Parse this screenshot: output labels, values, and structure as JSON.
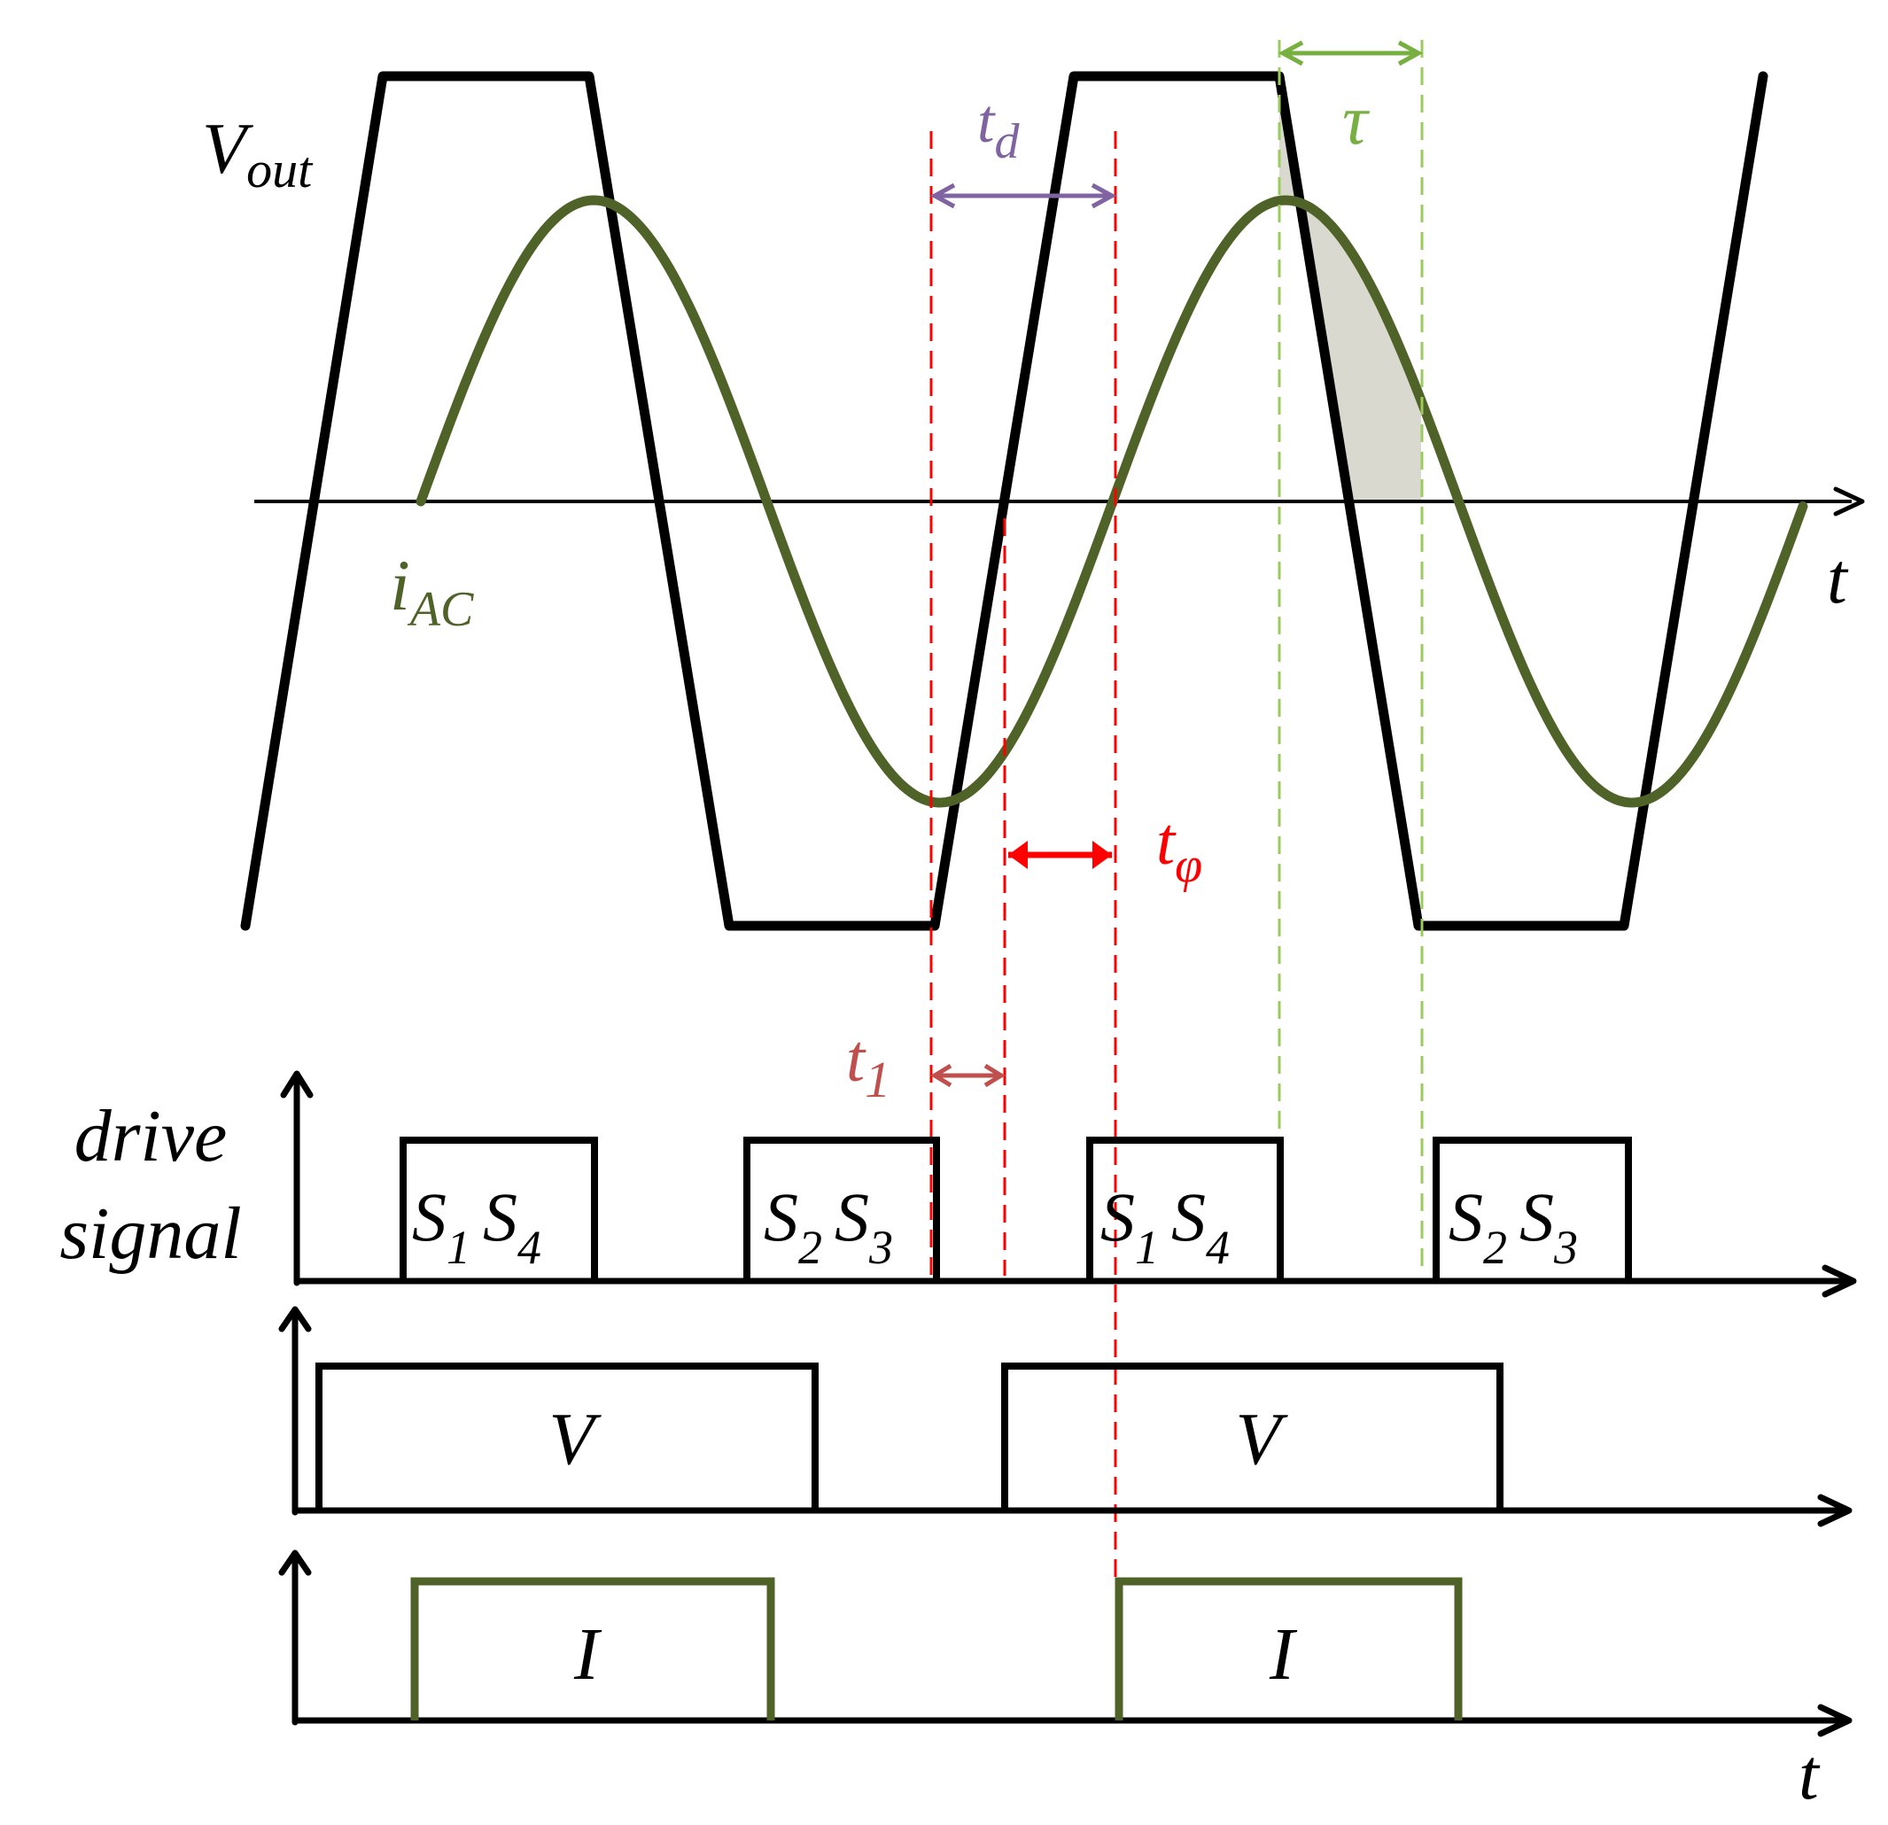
{
  "colors": {
    "black": "#000000",
    "current_green": "#4f6228",
    "tau_green": "#77b041",
    "tau_dash": "#9bcb5c",
    "red": "#ff0000",
    "t1_red": "#c0504d",
    "td_purple": "#8064a2",
    "shade": "#d9d9d0"
  },
  "labels": {
    "vout": "V",
    "vout_sub": "out",
    "iac": "i",
    "iac_sub": "AC",
    "t_axis_top": "t",
    "t_axis_bottom": "t",
    "td": "t",
    "td_sub": "d",
    "tau": "τ",
    "tphi": "t",
    "tphi_sub": "φ",
    "t1": "t",
    "t1_sub": "1",
    "drive_line1": "drive",
    "drive_line2": "signal",
    "pulse_v": "V",
    "pulse_i": "I"
  },
  "pulses": [
    {
      "s": "S",
      "a": "1",
      "b": "4"
    },
    {
      "s": "S",
      "a": "2",
      "b": "3"
    },
    {
      "s": "S",
      "a": "1",
      "b": "4"
    },
    {
      "s": "S",
      "a": "2",
      "b": "3"
    }
  ]
}
